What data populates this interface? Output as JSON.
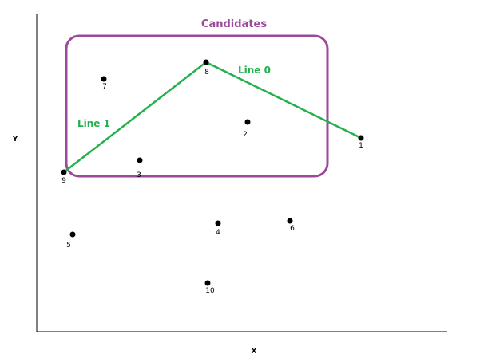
{
  "axes": {
    "x_label": "X",
    "y_label": "Y"
  },
  "candidates": {
    "label": "Candidates",
    "color": "#9b4a9b"
  },
  "lines": {
    "color": "#22b14c",
    "items": [
      {
        "label": "Line 0",
        "from": "8",
        "to": "1"
      },
      {
        "label": "Line 1",
        "from": "9",
        "to": "8"
      }
    ]
  },
  "points": [
    {
      "label": "1"
    },
    {
      "label": "2"
    },
    {
      "label": "3"
    },
    {
      "label": "4"
    },
    {
      "label": "5"
    },
    {
      "label": "6"
    },
    {
      "label": "7"
    },
    {
      "label": "8"
    },
    {
      "label": "9"
    },
    {
      "label": "10"
    }
  ]
}
